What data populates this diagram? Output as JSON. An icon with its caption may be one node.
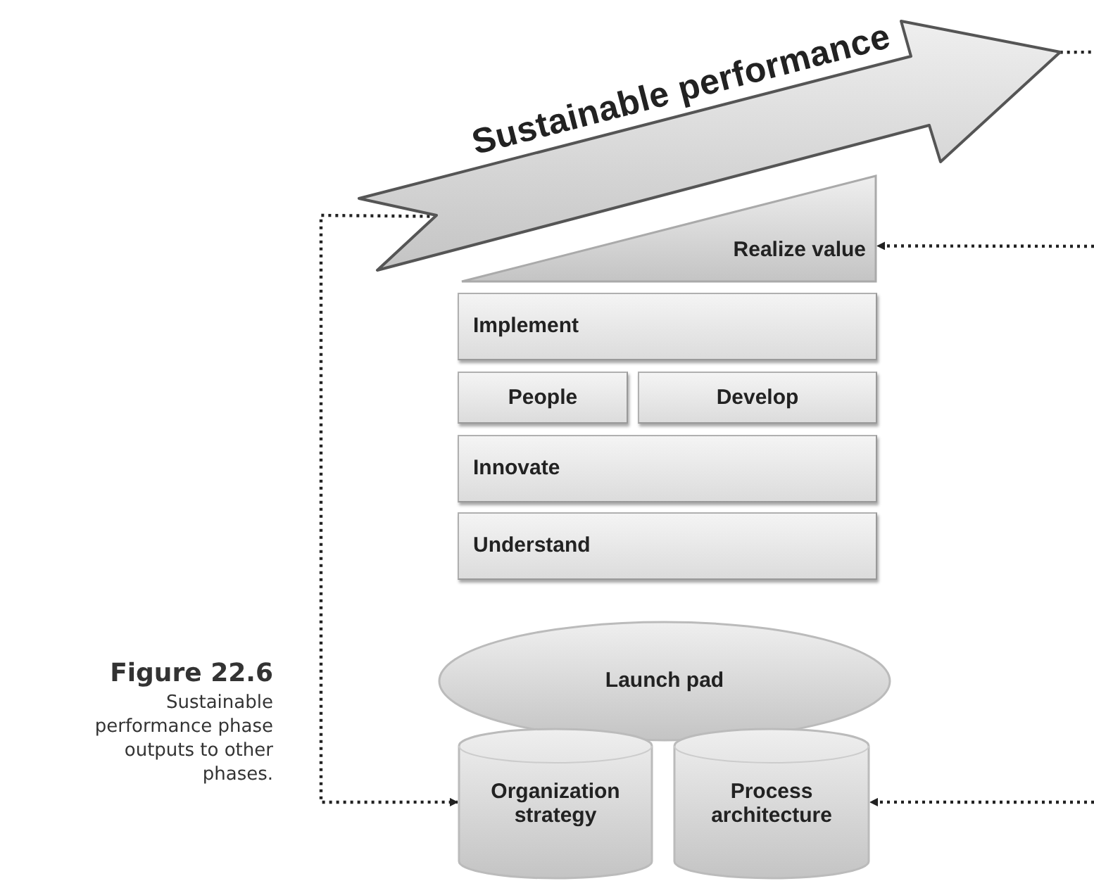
{
  "diagram": {
    "caption": "Sustainable performance phase outputs to other phases.",
    "nodes": [
      {
        "text": [
          "Sustainable performance"
        ]
      },
      {
        "text": [
          "Realize value"
        ]
      },
      {
        "text": [
          "Implement"
        ]
      },
      {
        "text": [
          "People"
        ]
      },
      {
        "text": [
          "Develop"
        ]
      },
      {
        "text": [
          "Innovate"
        ]
      },
      {
        "text": [
          "Understand"
        ]
      },
      {
        "text": [
          "Launch pad"
        ]
      },
      {
        "text": [
          "Organization strategy"
        ]
      },
      {
        "text": [
          "Process architecture"
        ]
      }
    ],
    "edges": [
      {
        "from": 0,
        "to": null,
        "arrow": "none",
        "style": "dashed"
      },
      {
        "from": null,
        "to": 1,
        "arrow": "to",
        "style": "dashed"
      },
      {
        "from": 0,
        "to": 8,
        "arrow": "to",
        "style": "dashed"
      },
      {
        "from": null,
        "to": 9,
        "arrow": "to",
        "style": "dashed"
      }
    ],
    "labels": [
      "Figure 22.6"
    ]
  }
}
